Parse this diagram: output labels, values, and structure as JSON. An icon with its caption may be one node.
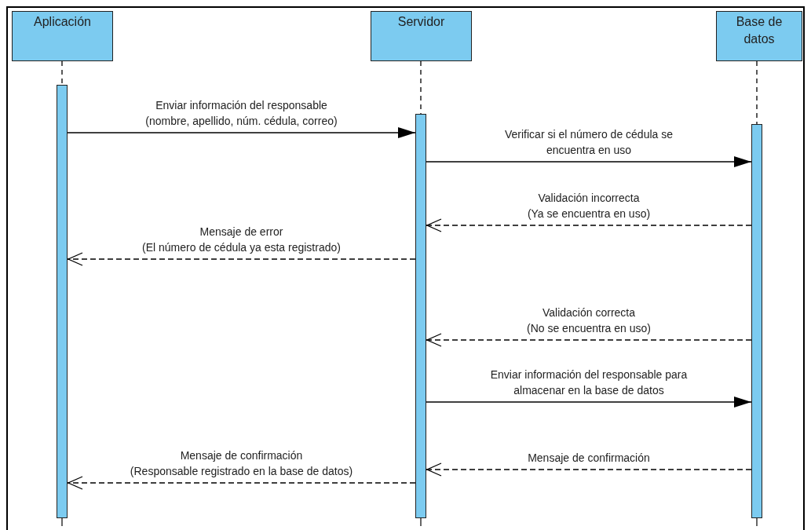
{
  "diagram": {
    "nodes": [
      {
        "text": [
          "Aplicación"
        ]
      },
      {
        "text": [
          "Servidor"
        ]
      },
      {
        "text": [
          "Base de datos"
        ]
      },
      {
        "text": [],
        "shape": "bar"
      },
      {
        "text": [],
        "shape": "bar"
      },
      {
        "text": [],
        "shape": "bar"
      }
    ],
    "edges": [
      {
        "from": 3,
        "to": 4,
        "arrow": "to",
        "label": "Enviar información del responsable (nombre, apellido, núm. cédula, correo)"
      },
      {
        "from": 4,
        "to": 5,
        "arrow": "to",
        "label": "Verificar si el número de cédula se encuentra en uso"
      },
      {
        "from": 5,
        "to": 4,
        "arrow": "to",
        "style": "dashed",
        "label": "Validación incorrecta (Ya se encuentra en uso)"
      },
      {
        "from": 4,
        "to": 3,
        "arrow": "to",
        "style": "dashed",
        "label": "Mensaje de error (El número de cédula ya esta registrado)"
      },
      {
        "from": 5,
        "to": 4,
        "arrow": "to",
        "style": "dashed",
        "label": "Validación correcta (No se encuentra en uso)"
      },
      {
        "from": 4,
        "to": 5,
        "arrow": "to",
        "label": "Enviar información del responsable para almacenar en la base de datos"
      },
      {
        "from": 5,
        "to": 4,
        "arrow": "to",
        "style": "dashed",
        "label": "Mensaje de confirmación"
      },
      {
        "from": 4,
        "to": 3,
        "arrow": "to",
        "style": "dashed",
        "label": "Mensaje de confirmación (Responsable registrado en la base de datos)"
      },
      {
        "from": 0,
        "to": 3,
        "arrow": "none",
        "style": "dashed"
      },
      {
        "from": 1,
        "to": 4,
        "arrow": "none",
        "style": "dashed"
      },
      {
        "from": 2,
        "to": 5,
        "arrow": "none",
        "style": "dashed"
      }
    ]
  }
}
